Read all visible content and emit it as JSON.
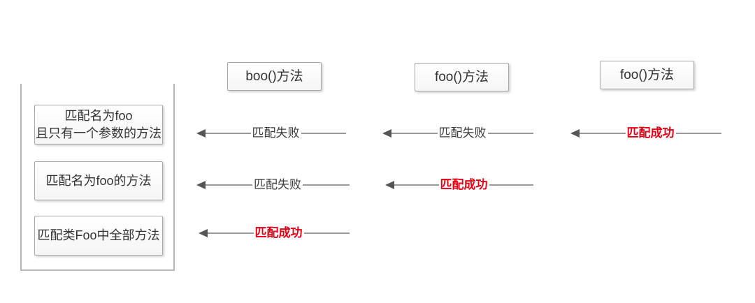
{
  "diagram": {
    "method_boxes": [
      {
        "label": "boo()方法"
      },
      {
        "label": "foo()方法"
      },
      {
        "label": "foo()方法"
      }
    ],
    "pointcut_group": {
      "boxes": [
        {
          "lines": [
            "匹配名为foo",
            "且只有一个参数的方法"
          ]
        },
        {
          "lines": [
            "匹配名为foo的方法"
          ]
        },
        {
          "lines": [
            "匹配类Foo中全部方法"
          ]
        }
      ]
    },
    "arrows": [
      {
        "label": "匹配失败",
        "status": "fail"
      },
      {
        "label": "匹配失败",
        "status": "fail"
      },
      {
        "label": "匹配成功",
        "status": "success"
      },
      {
        "label": "匹配失败",
        "status": "fail"
      },
      {
        "label": "匹配成功",
        "status": "success"
      },
      {
        "label": "匹配成功",
        "status": "success"
      }
    ],
    "colors": {
      "success": "#e60014",
      "fail": "#3a3a3a",
      "line": "#9a9a9a"
    }
  }
}
